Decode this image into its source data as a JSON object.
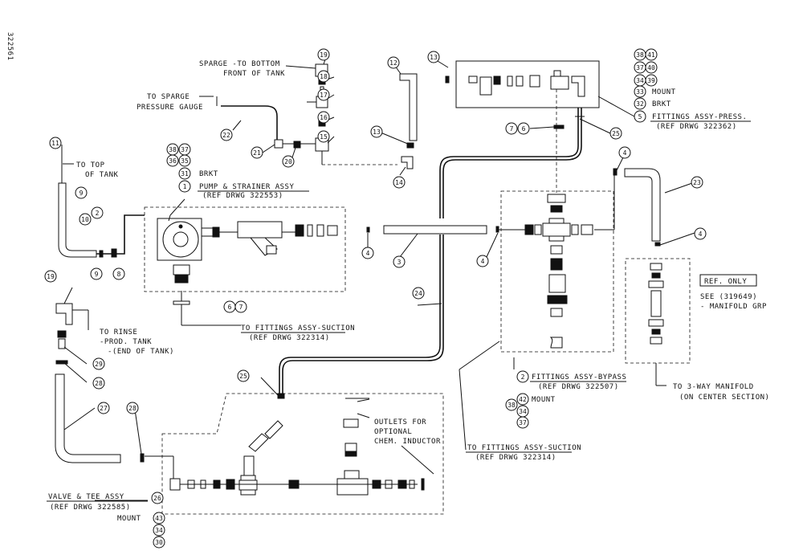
{
  "drawing_number": "322561",
  "labels": {
    "sparge_bottom_1": "SPARGE -TO BOTTOM",
    "sparge_bottom_2": "FRONT OF TANK",
    "sparge_gauge_1": "TO SPARGE",
    "sparge_gauge_2": "PRESSURE GAUGE",
    "top_tank_1": "TO TOP",
    "top_tank_2": "OF TANK",
    "brkt_pump": "BRKT",
    "pump_1": "PUMP & STRAINER ASSY",
    "pump_2": "(REF DRWG 322553)",
    "press_1": "FITTINGS ASSY-PRESS.",
    "press_2": "(REF DRWG 322362)",
    "mount_press": "MOUNT",
    "brkt_press": "BRKT",
    "rinse_1": "TO RINSE",
    "rinse_2": "-PROD. TANK",
    "rinse_3": "-(END OF TANK)",
    "suction1_1": "TO FITTINGS ASSY-SUCTION",
    "suction1_2": "(REF DRWG 322314)",
    "bypass_1": "FITTINGS ASSY-BYPASS",
    "bypass_2": "(REF DRWG 322507)",
    "mount_bypass": "MOUNT",
    "ref_only": "REF. ONLY",
    "manifold_1": "SEE (319649)",
    "manifold_2": "- MANIFOLD GRP",
    "three_way_1": "TO 3-WAY MANIFOLD",
    "three_way_2": "(ON CENTER SECTION)",
    "outlets_1": "OUTLETS FOR",
    "outlets_2": "OPTIONAL",
    "outlets_3": "CHEM. INDUCTOR",
    "suction2_1": "TO FITTINGS ASSY-SUCTION",
    "suction2_2": "(REF DRWG 322314)",
    "valve_1": "VALVE & TEE ASSY",
    "valve_2": "(REF DRWG 322585)",
    "mount_valve": "MOUNT"
  },
  "balloons": {
    "b19a": "19",
    "b18": "18",
    "b17": "17",
    "b16": "16",
    "b15": "15",
    "b22": "22",
    "b21": "21",
    "b20": "20",
    "b12": "12",
    "b13a": "13",
    "b13b": "13",
    "b14": "14",
    "b38a": "38",
    "b41": "41",
    "b37a": "37",
    "b40": "40",
    "b34a": "34",
    "b39": "39",
    "b33": "33",
    "b32": "32",
    "b5": "5",
    "b7a": "7",
    "b6a": "6",
    "b25a": "25",
    "b11": "11",
    "b9a": "9",
    "b10": "10",
    "b2a": "2",
    "b9b": "9",
    "b8": "8",
    "b38b": "38",
    "b37b": "37",
    "b36": "36",
    "b35": "35",
    "b31": "31",
    "b1": "1",
    "b4a": "4",
    "b3": "3",
    "b4b": "4",
    "b4c": "4",
    "b23": "23",
    "b4d": "4",
    "b6b": "6",
    "b7b": "7",
    "b19b": "19",
    "b29": "29",
    "b28a": "28",
    "b27": "27",
    "b24": "24",
    "b25b": "25",
    "b28b": "28",
    "b2b": "2",
    "b42": "42",
    "b38c": "38",
    "b34b": "34",
    "b37c": "37",
    "b26": "26",
    "b43": "43",
    "b34c": "34",
    "b30": "30"
  }
}
